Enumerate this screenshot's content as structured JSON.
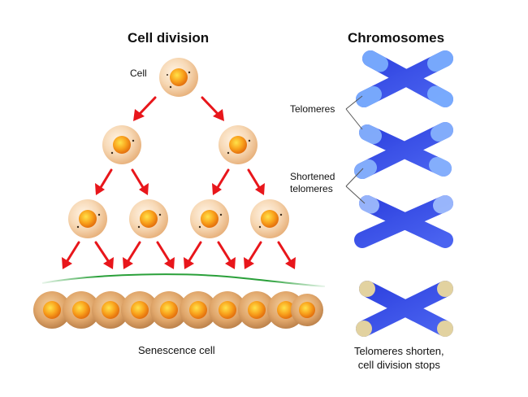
{
  "titles": {
    "left": "Cell division",
    "right": "Chromosomes"
  },
  "labels": {
    "cell": "Cell",
    "senescence": "Senescence cell",
    "telomeres": "Telomeres",
    "shortened_line1": "Shortened",
    "shortened_line2": "telomeres",
    "stop_line1": "Telomeres shorten,",
    "stop_line2": "cell division stops"
  },
  "colors": {
    "cell_membrane": "#f5d3ad",
    "nucleus": "#f59a1f",
    "arrow": "#e8161b",
    "chromosome": "#3a4fe0",
    "telomere": "#7eb2ff",
    "short_telomere": "#a9c7ff",
    "senescent_tip": "#e2d2a0",
    "divider_line": "#2aa03a"
  }
}
